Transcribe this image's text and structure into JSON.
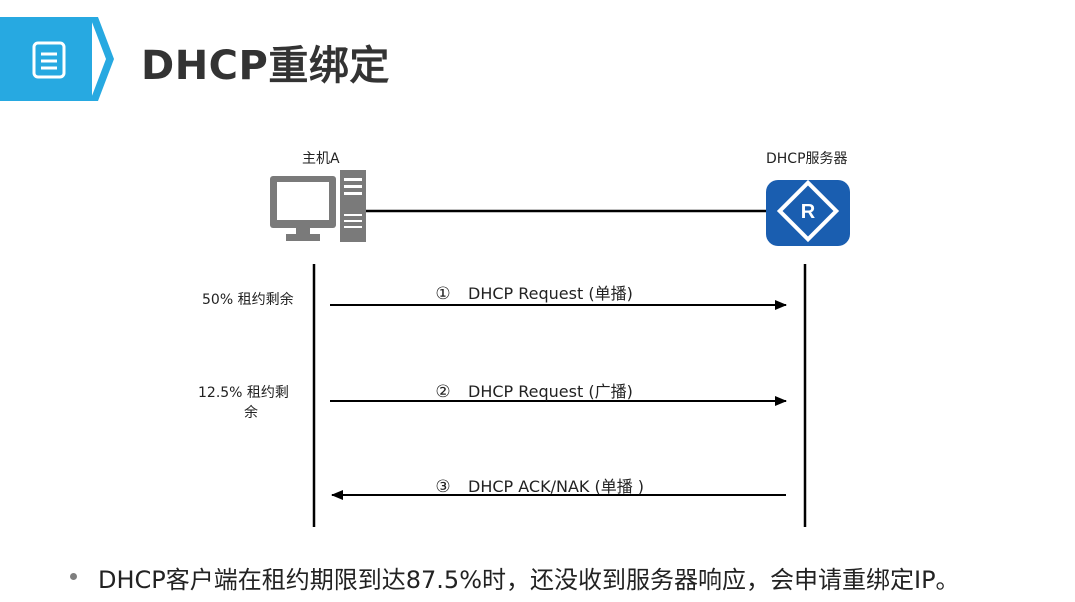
{
  "header": {
    "title": "DHCP重绑定",
    "icon": "document-icon",
    "accent_color": "#27a9e1"
  },
  "diagram": {
    "client": {
      "label": "主机A",
      "icon": "pc-icon"
    },
    "server": {
      "label": "DHCP服务器",
      "icon": "router-icon",
      "icon_letter": "R"
    },
    "messages": [
      {
        "num": "①",
        "label": "DHCP Request (单播)",
        "direction": "client-to-server",
        "trigger_line1": "50% 租约剩余",
        "trigger_line2": ""
      },
      {
        "num": "②",
        "label": "DHCP Request (广播)",
        "direction": "client-to-server",
        "trigger_line1": "12.5% 租约剩",
        "trigger_line2": "余"
      },
      {
        "num": "③",
        "label": "DHCP ACK/NAK (单播 )",
        "direction": "server-to-client",
        "trigger_line1": "",
        "trigger_line2": ""
      }
    ]
  },
  "bullet": {
    "text": "DHCP客户端在租约期限到达87.5%时，还没收到服务器响应，会申请重绑定IP。"
  }
}
